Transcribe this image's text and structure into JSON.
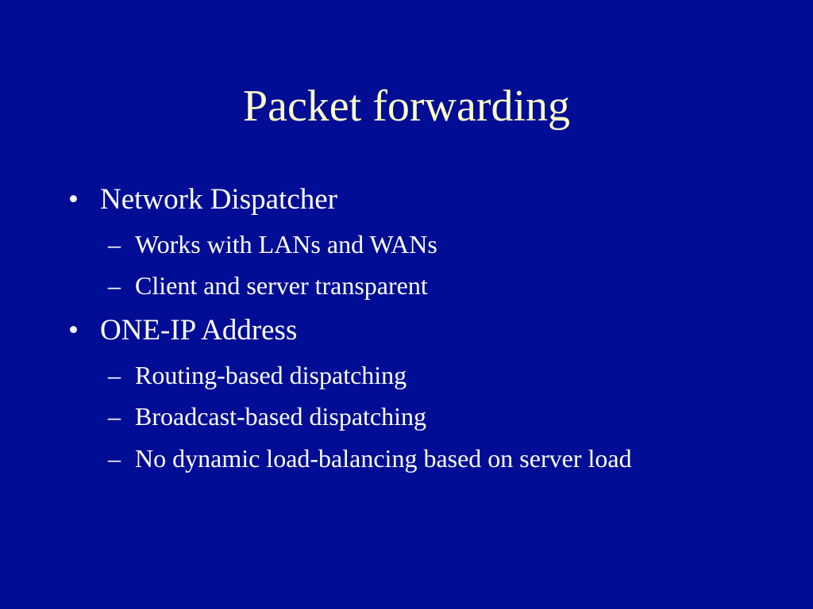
{
  "slide": {
    "title": "Packet forwarding",
    "bullets": [
      {
        "marker": "•",
        "text": "Network Dispatcher",
        "subitems": [
          {
            "marker": "–",
            "text": "Works with LANs and WANs"
          },
          {
            "marker": "–",
            "text": "Client and server transparent"
          }
        ]
      },
      {
        "marker": "•",
        "text": "ONE-IP Address",
        "subitems": [
          {
            "marker": "–",
            "text": "Routing-based dispatching"
          },
          {
            "marker": "–",
            "text": "Broadcast-based dispatching"
          },
          {
            "marker": "–",
            "text": "No dynamic load-balancing based on server load"
          }
        ]
      }
    ]
  },
  "colors": {
    "background": "#010d94",
    "title": "#fcfcc8",
    "body_text": "#ffffff"
  }
}
